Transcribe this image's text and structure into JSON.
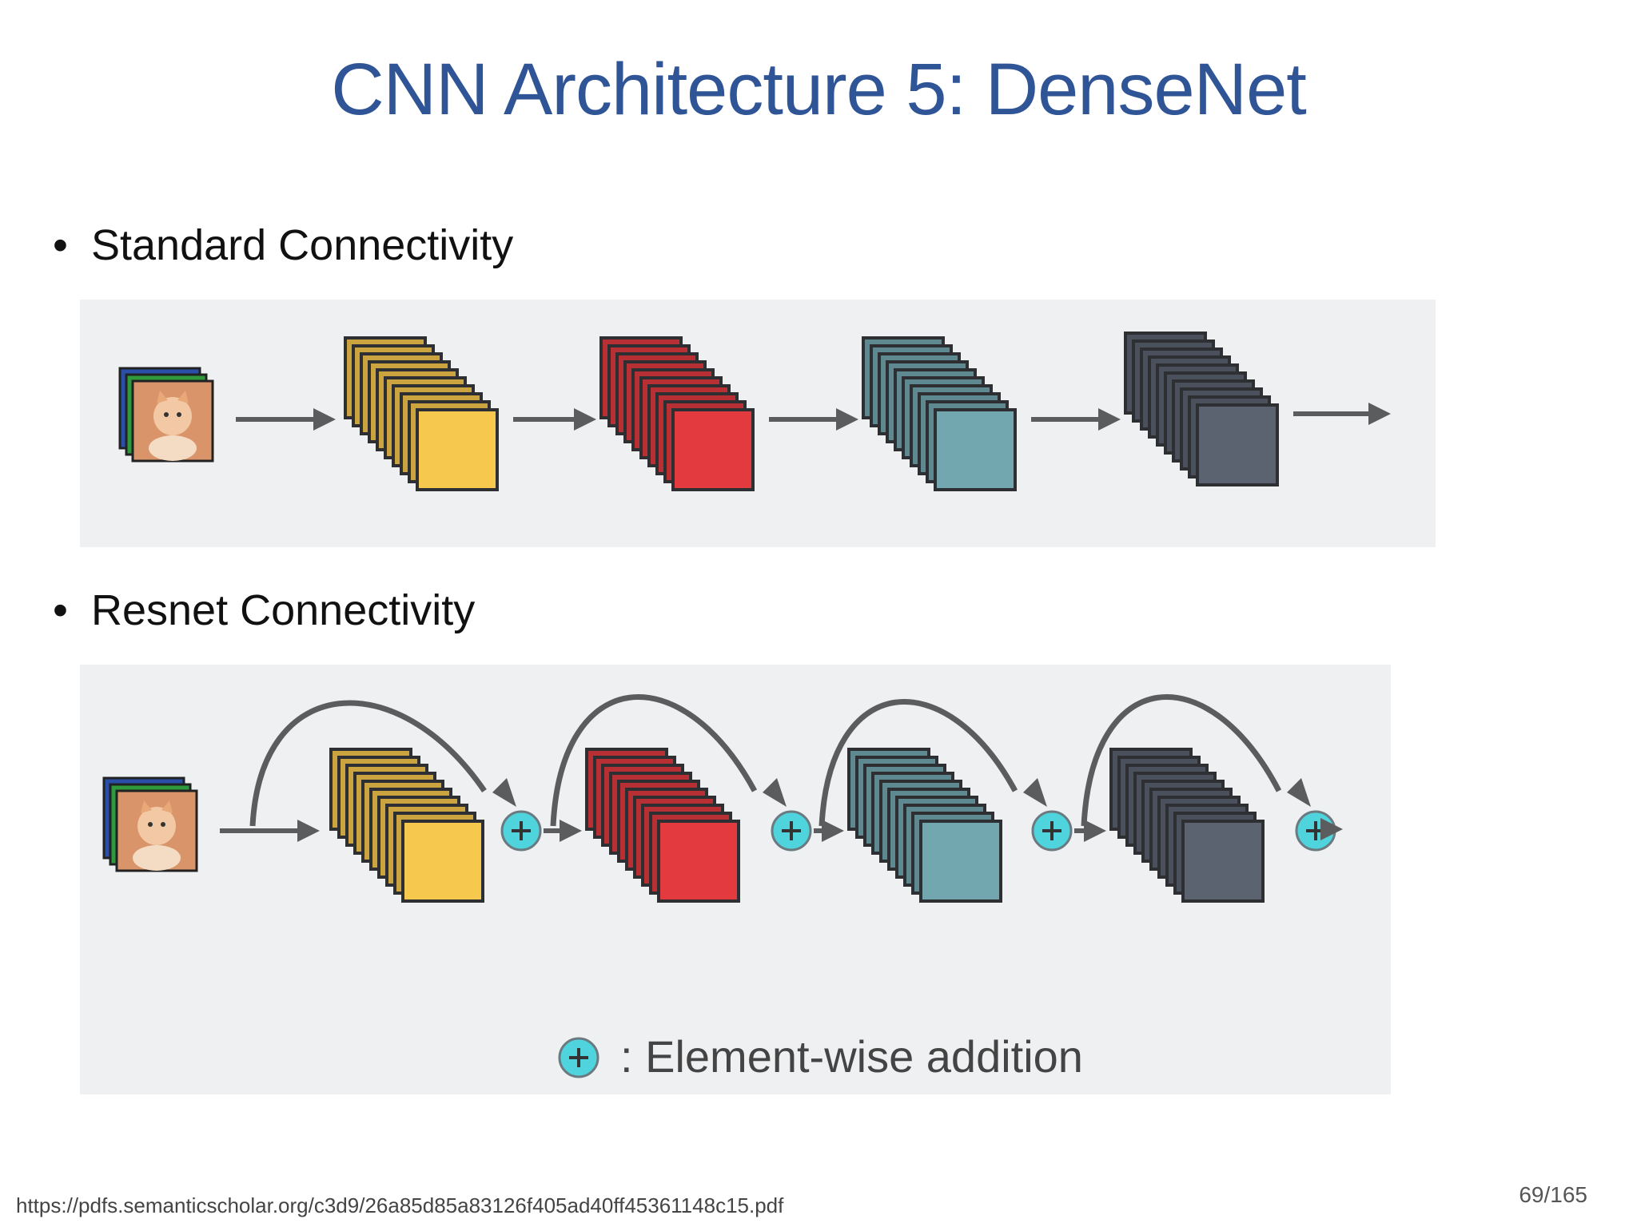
{
  "slide": {
    "title": "CNN Architecture 5: DenseNet",
    "page_number": "69/165",
    "source_url": "https://pdfs.semanticscholar.org/c3d9/26a85d85a83126f405ad40ff45361148c15.pdf"
  },
  "sections": [
    {
      "bullet": "Standard Connectivity"
    },
    {
      "bullet": "Resnet Connectivity"
    }
  ],
  "legend": {
    "text": ": Element-wise addition"
  },
  "colors": {
    "title": "#2f5596",
    "panel_bg": "#eef0f2",
    "arrow": "#5a5c5e",
    "add_circle": "#4fd3dc",
    "blocks": [
      "#f7c84e",
      "#e23a3f",
      "#73a7b0",
      "#5c6370"
    ]
  },
  "icons": [
    "input-image-stack-icon",
    "plus-circle-icon",
    "arrow-icon"
  ]
}
